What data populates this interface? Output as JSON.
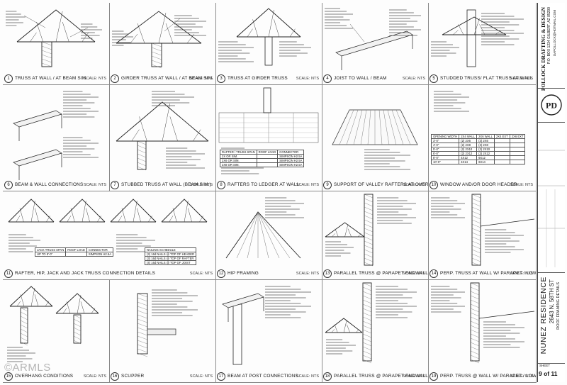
{
  "title_block": {
    "company_line1": "POLLOCK DRAFTING & DESIGN",
    "company_line2": "P.O. BOX 1234 GILBERT, AZ 85299",
    "company_contact": "DAPOLLOCK@HOTMAIL.COM",
    "logo_letters": "PD",
    "project_name": "NUNEZ RESIDENCE",
    "project_address": "2643 N. 58TH ST",
    "sheet_title": "ROOF FRAMING DETAILS",
    "sheet_label": "SHEET",
    "sheet_number": "9 of 11"
  },
  "watermark": "©ARMLS",
  "details": [
    {
      "num": "1",
      "title": "TRUSS AT WALL / AT BEAM SIM.",
      "scale": "SCALE: NTS"
    },
    {
      "num": "2",
      "title": "GIRDER TRUSS AT WALL / AT BEAM SIM.",
      "scale": "SCALE: NTS"
    },
    {
      "num": "3",
      "title": "TRUSS AT GIRDER TRUSS",
      "scale": "SCALE: NTS"
    },
    {
      "num": "4",
      "title": "JOIST TO WALL / BEAM",
      "scale": "SCALE: NTS"
    },
    {
      "num": "5",
      "title": "STUDDED TRUSS/ FLAT TRUSS AT WALL",
      "scale": "SCALE: NTS"
    },
    {
      "num": "6",
      "title": "BEAM & WALL CONNECTIONS",
      "scale": "SCALE: NTS"
    },
    {
      "num": "7",
      "title": "STUBBED TRUSS AT WALL (BEAM SIM.)",
      "scale": "SCALE: NTS"
    },
    {
      "num": "8",
      "title": "RAFTERS TO LEDGER AT WALL",
      "scale": "SCALE: NTS"
    },
    {
      "num": "9",
      "title": "SUPPORT OF VALLEY RAFTERS AT OVERFRAMED ROOF",
      "scale": "SCALE: NTS"
    },
    {
      "num": "10",
      "title": "WINDOW AND/OR DOOR HEADER",
      "scale": "SCALE: NTS"
    },
    {
      "num": "11",
      "title": "RAFTER, HIP, JACK AND JACK TRUSS CONNECTION DETAILS",
      "scale": "SCALE: NTS"
    },
    {
      "num": "12",
      "title": "HIP FRAMING",
      "scale": "SCALE: NTS"
    },
    {
      "num": "13",
      "title": "PARALLEL TRUSS @ PARAPET ENDWALL",
      "scale": "SCALE: NTS"
    },
    {
      "num": "14",
      "title": "PERP. TRUSS AT WALL W/ PARAPET / LOW SIDE",
      "scale": "SCALE: NTS"
    },
    {
      "num": "15",
      "title": "OVERHANG CONDITIONS",
      "scale": "SCALE: NTS"
    },
    {
      "num": "16",
      "title": "SCUPPER",
      "scale": "SCALE: NTS"
    },
    {
      "num": "17",
      "title": "BEAM AT POST CONNECTIONS",
      "scale": "SCALE: NTS"
    },
    {
      "num": "18",
      "title": "PARALLEL TRUSS @ PARAPET ENDWALL",
      "scale": "SCALE: NTS"
    },
    {
      "num": "19",
      "title": "PERP. TRUSS @ WALL W/ PARAPET / LOW SIDE",
      "scale": "SCALE: NTS"
    }
  ],
  "tables": {
    "rafter_table": {
      "rows": [
        [
          "RAFTER / TRUSS SPAN",
          "ROOF LOAD",
          "CONNECTOR"
        ],
        [
          "2X OR SIM.",
          "",
          "SIMPSON H2.5A"
        ],
        [
          "2X6 OR SIM.",
          "",
          "SIMPSON H2.5A"
        ],
        [
          "2X8 OR SIM.",
          "",
          "SIMPSON H2.5A"
        ]
      ]
    },
    "nailing_schedule": {
      "rows": [
        [
          "NAILING SCHEDULE"
        ],
        [
          "(3) 16d NAILS @ TOP OF HEADER"
        ],
        [
          "(3) 16d NAILS @ TOP OF RAFTER"
        ],
        [
          "(4) 16d NAILS @ TOP OF JOIST"
        ]
      ]
    },
    "jack_truss": {
      "rows": [
        [
          "JACK TRUSS SPAN",
          "ROOF LOAD",
          "CONNECTOR"
        ],
        [
          "UP TO 8'-0\"",
          "",
          "SIMPSON H2.5A"
        ]
      ]
    },
    "header_schedule": {
      "rows": [
        [
          "OPENING WIDTH",
          "2X4 WALL",
          "2X6 WALL",
          "2X4 EXT",
          "2X6 EXT"
        ],
        [
          "3'-0\"",
          "(2) 2X6",
          "(3) 2X6",
          "",
          ""
        ],
        [
          "4'-0\"",
          "(2) 2X8",
          "(3) 2X8",
          "",
          ""
        ],
        [
          "5'-0\"",
          "(2) 2X10",
          "(3) 2X10",
          "",
          ""
        ],
        [
          "6'-0\"",
          "(2) 2X12",
          "(3) 2X12",
          "",
          ""
        ],
        [
          "8'-0\"",
          "4X12",
          "6X12",
          "",
          ""
        ],
        [
          "10'-0\"",
          "4X14",
          "6X14",
          "",
          ""
        ]
      ]
    }
  }
}
